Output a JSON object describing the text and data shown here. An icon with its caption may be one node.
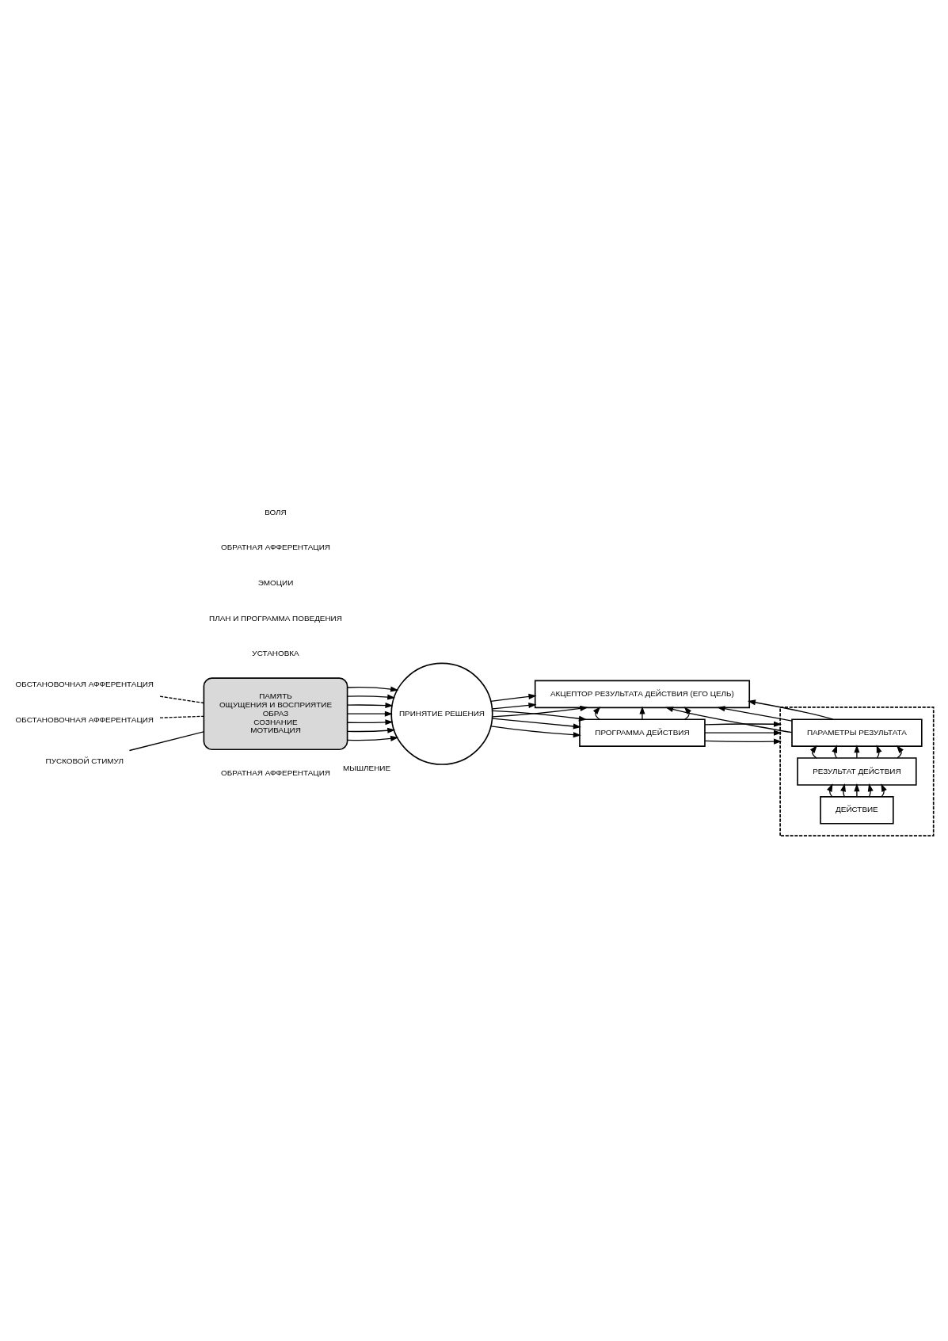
{
  "diagram": {
    "nodes": [
      {
        "text": [
          "ПУСКОВОЙ СТИМУЛ"
        ]
      },
      {
        "text": [
          "ОБСТАНОВОЧНАЯ АФФЕРЕНТАЦИЯ"
        ]
      },
      {
        "text": [
          "ОБСТАНОВОЧНАЯ АФФЕРЕНТАЦИЯ"
        ]
      },
      {
        "text": [
          "ПАМЯТЬ",
          "ОЩУЩЕНИЯ И ВОСПРИЯТИЕ",
          "ОБРАЗ",
          "СОЗНАНИЕ",
          "МОТИВАЦИЯ"
        ]
      },
      {
        "text": [
          "ПРИНЯТИЕ РЕШЕНИЯ"
        ],
        "beside": [
          "МЫШЛЕНИЕ"
        ]
      },
      {
        "text": [
          "АКЦЕПТОР РЕЗУЛЬТАТА ДЕЙСТВИЯ (ЕГО ЦЕЛЬ)"
        ]
      },
      {
        "text": [
          "ПРОГРАММА ДЕЙСТВИЯ"
        ]
      },
      {
        "text": [],
        "shape": "box"
      },
      {
        "text": [
          "ПАРАМЕТРЫ РЕЗУЛЬТАТА"
        ],
        "in": 7
      },
      {
        "text": [
          "РЕЗУЛЬТАТ ДЕЙСТВИЯ"
        ],
        "in": 7
      },
      {
        "text": [
          "ДЕЙСТВИЕ"
        ],
        "in": 7
      }
    ],
    "edges": [
      {
        "from": 0,
        "to": 3,
        "arrow": "none"
      },
      {
        "from": 1,
        "to": 3,
        "arrow": "none",
        "style": "dashed"
      },
      {
        "from": 2,
        "to": 3,
        "arrow": "none",
        "style": "dashed"
      },
      {
        "from": 3,
        "to": 4,
        "arrow": "to"
      },
      {
        "from": 3,
        "to": 4,
        "arrow": "to"
      },
      {
        "from": 3,
        "to": 4,
        "arrow": "to"
      },
      {
        "from": 3,
        "to": 4,
        "arrow": "to"
      },
      {
        "from": 3,
        "to": 4,
        "arrow": "to"
      },
      {
        "from": 3,
        "to": 4,
        "arrow": "to"
      },
      {
        "from": 3,
        "to": 4,
        "arrow": "to"
      },
      {
        "from": 4,
        "to": 5,
        "arrow": "to"
      },
      {
        "from": 4,
        "to": 5,
        "arrow": "to"
      },
      {
        "from": 4,
        "to": 5,
        "arrow": "to"
      },
      {
        "from": 4,
        "to": 6,
        "arrow": "to"
      },
      {
        "from": 4,
        "to": 6,
        "arrow": "to"
      },
      {
        "from": 4,
        "to": 6,
        "arrow": "to"
      },
      {
        "from": 10,
        "to": 9,
        "arrow": "to"
      },
      {
        "from": 10,
        "to": 9,
        "arrow": "to"
      },
      {
        "from": 10,
        "to": 9,
        "arrow": "to"
      },
      {
        "from": 10,
        "to": 9,
        "arrow": "to"
      },
      {
        "from": 10,
        "to": 9,
        "arrow": "to"
      },
      {
        "from": 9,
        "to": 8,
        "arrow": "to"
      },
      {
        "from": 9,
        "to": 8,
        "arrow": "to"
      },
      {
        "from": 9,
        "to": 8,
        "arrow": "to"
      },
      {
        "from": 9,
        "to": 8,
        "arrow": "to"
      },
      {
        "from": 9,
        "to": 8,
        "arrow": "to"
      },
      {
        "from": 8,
        "to": 5,
        "arrow": "to"
      },
      {
        "from": 8,
        "to": 5,
        "arrow": "to"
      },
      {
        "from": 8,
        "to": 5,
        "arrow": "to"
      },
      {
        "from": 6,
        "to": 7,
        "arrow": "to"
      },
      {
        "from": 6,
        "to": 7,
        "arrow": "to"
      },
      {
        "from": 6,
        "to": 7,
        "arrow": "to"
      },
      {
        "from": 6,
        "to": 5,
        "arrow": "to"
      },
      {
        "from": 6,
        "to": 5,
        "arrow": "to"
      },
      {
        "from": 6,
        "to": 5,
        "arrow": "to"
      }
    ],
    "labels": [
      "ОБРАТНАЯ АФФЕРЕНТАЦИЯ",
      "УСТАНОВКА",
      "ПЛАН И ПРОГРАММА ПОВЕДЕНИЯ",
      "ЭМОЦИИ",
      "ОБРАТНАЯ АФФЕРЕНТАЦИЯ",
      "ВОЛЯ"
    ]
  }
}
